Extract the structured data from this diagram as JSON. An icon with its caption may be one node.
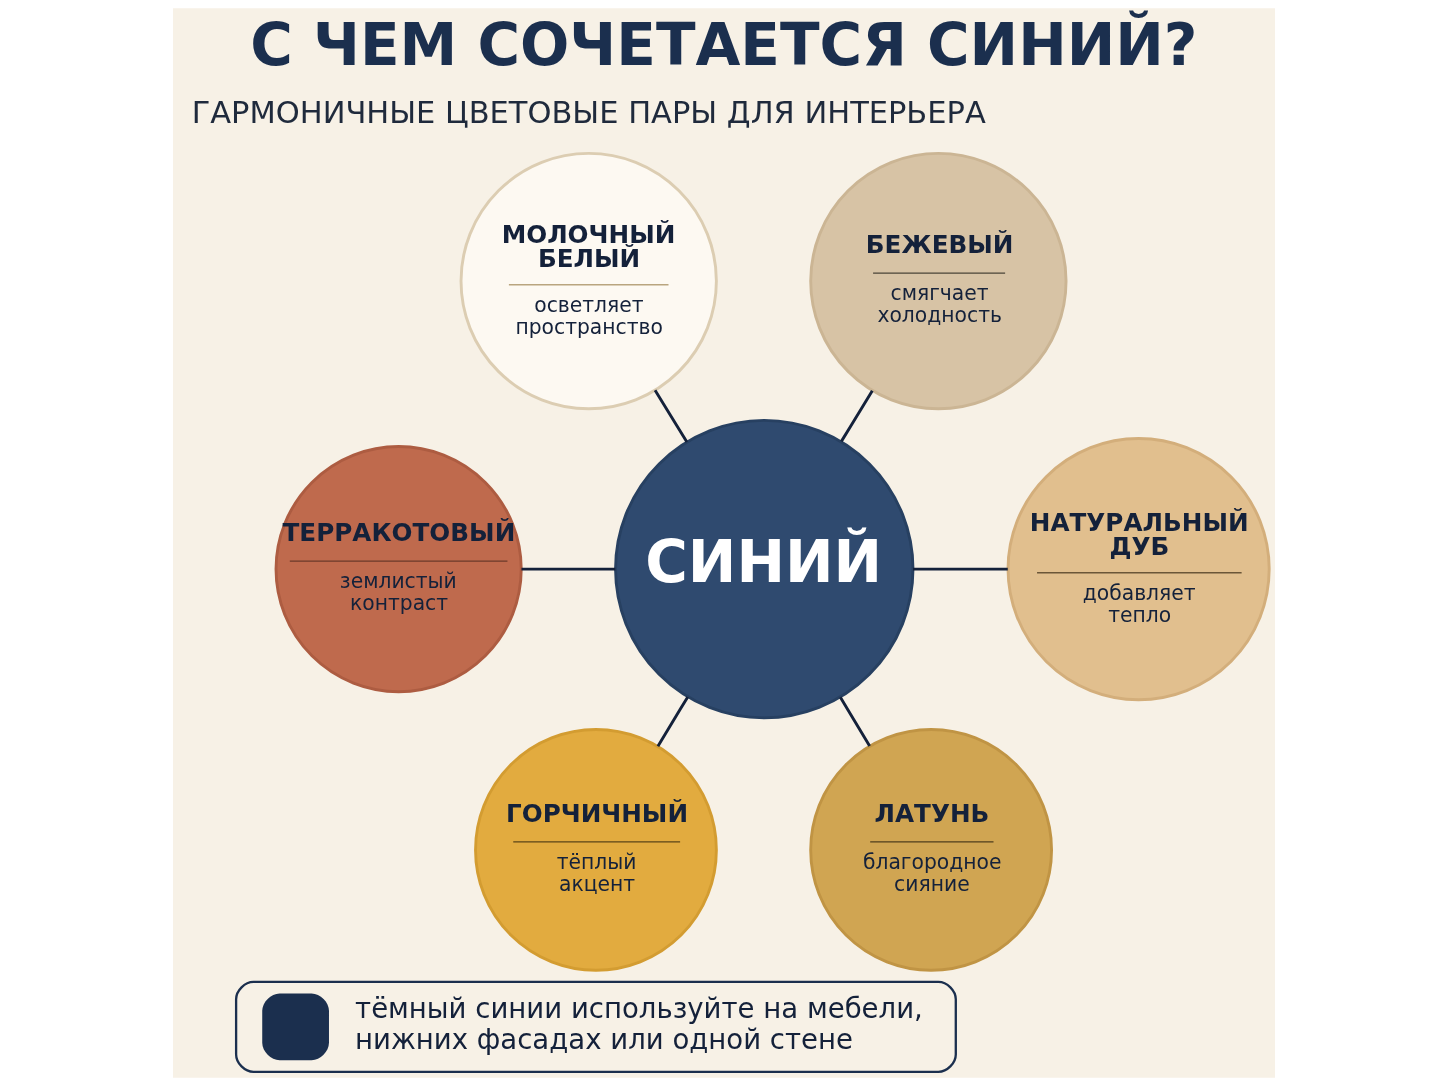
{
  "diagram": {
    "title": "С ЧЕМ СОЧЕТАЕТСЯ СИНИЙ?",
    "nodes": [
      {
        "text": [
          "МОЛОЧНЫЙ БЕЛЫЙ",
          "осветляет пространство"
        ]
      },
      {
        "text": [
          "БЕЖЕВЫЙ",
          "смягчает холодность"
        ]
      },
      {
        "text": [
          "ТЕРРАКОТОВЫЙ",
          "землистый контраст"
        ]
      },
      {
        "text": [
          "СИНИЙ"
        ]
      },
      {
        "text": [
          "НАТУРАЛЬНЫЙ ДУБ",
          "добавляет тепло"
        ]
      },
      {
        "text": [
          "ГОРЧИЧНЫЙ",
          "тёплый акцент"
        ]
      },
      {
        "text": [
          "ЛАТУНЬ",
          "благородное сияние"
        ]
      },
      {
        "text": [
          "тёмный синии используйте на мебели, нижних фасадах или одной стене"
        ]
      }
    ],
    "edges": [
      {
        "from": 0,
        "to": 3,
        "arrow": "none"
      },
      {
        "from": 1,
        "to": 3,
        "arrow": "none"
      },
      {
        "from": 2,
        "to": 3,
        "arrow": "none"
      },
      {
        "from": 3,
        "to": 4,
        "arrow": "none"
      },
      {
        "from": 3,
        "to": 5,
        "arrow": "none"
      },
      {
        "from": 3,
        "to": 6,
        "arrow": "none"
      }
    ],
    "labels": [
      "ГАРМОНИЧНЫЕ ЦВЕТОВЫЕ ПАРЫ ДЛЯ ИНТЕРЬЕРА"
    ]
  }
}
